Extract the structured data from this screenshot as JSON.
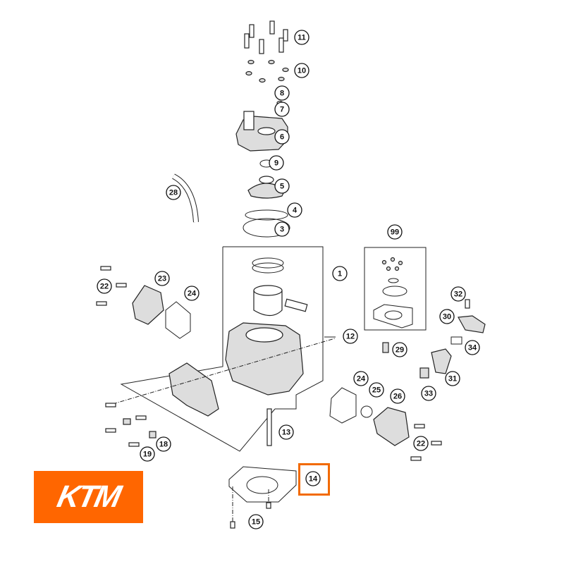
{
  "brand": {
    "logo_text": "KTM",
    "color": "#ff6600"
  },
  "highlight": {
    "part": "14",
    "color": "#f26a00"
  },
  "callouts": [
    "11",
    "10",
    "8",
    "7",
    "6",
    "9",
    "5",
    "28",
    "4",
    "3",
    "99",
    "1",
    "23",
    "22",
    "24",
    "32",
    "30",
    "12",
    "34",
    "29",
    "24",
    "25",
    "26",
    "33",
    "31",
    "13",
    "18",
    "19",
    "22",
    "14",
    "15"
  ]
}
